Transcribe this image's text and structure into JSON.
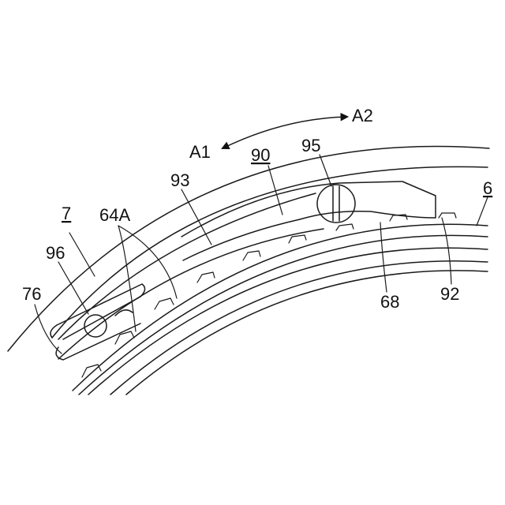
{
  "labels": {
    "a1": "A1",
    "a2": "A2",
    "l90": "90",
    "l95": "95",
    "l6": "6",
    "l93": "93",
    "l7": "7",
    "l64a": "64A",
    "l96": "96",
    "l76": "76",
    "l68": "68",
    "l92": "92"
  }
}
